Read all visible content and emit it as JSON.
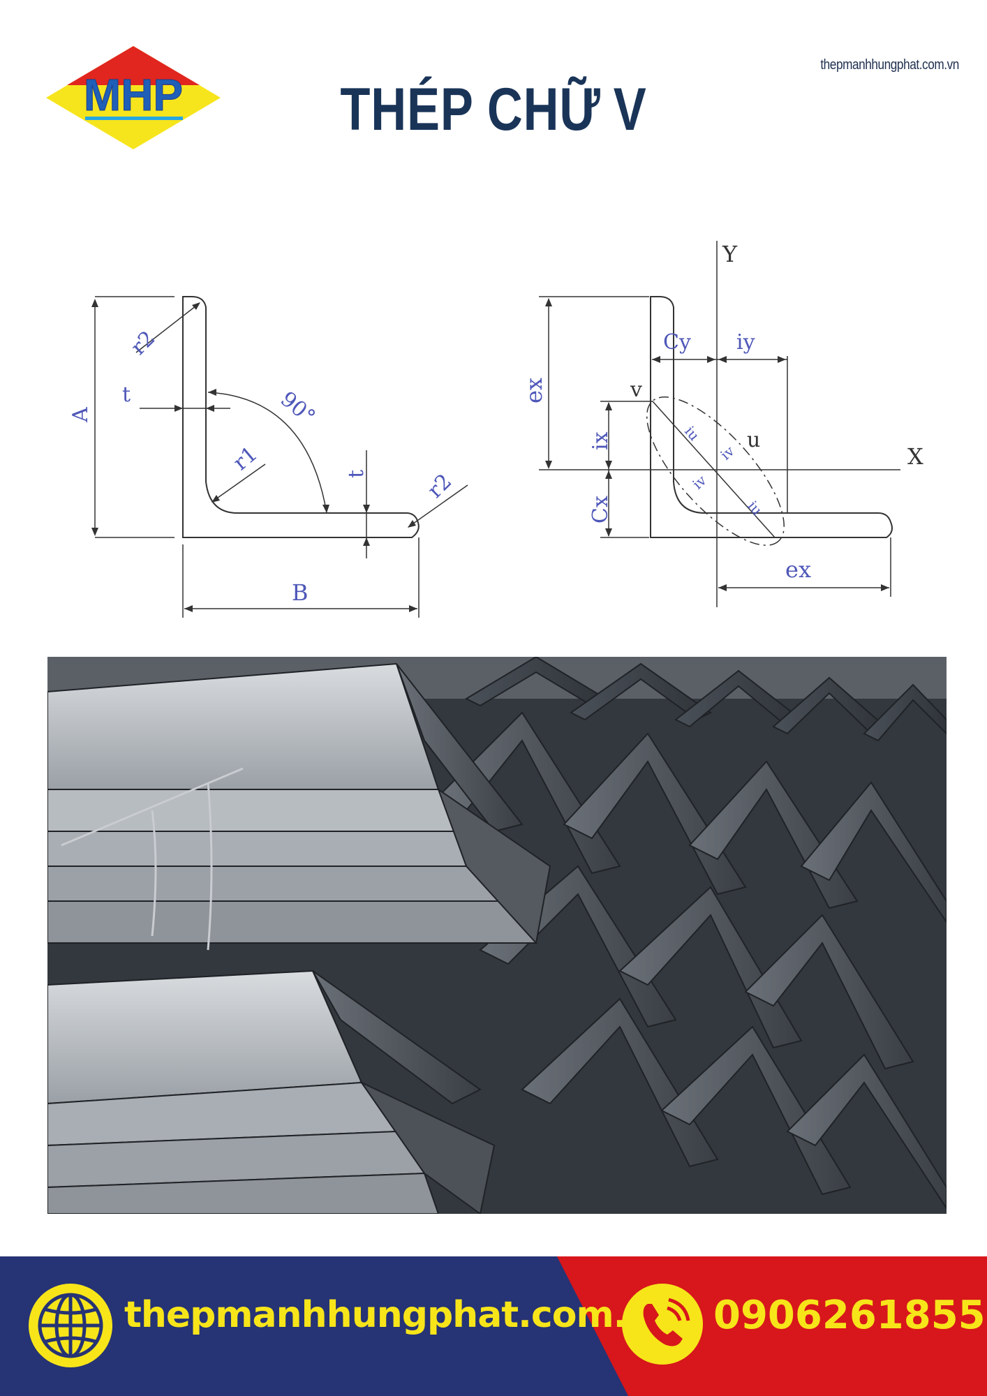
{
  "header": {
    "title_part1": "THÉP CHỮ",
    "title_part2": "V",
    "website": "thepmanhhungphat.com.vn"
  },
  "logo": {
    "text": "MHP",
    "icon": "mhp-diamond-logo"
  },
  "diagram": {
    "left": {
      "labels": {
        "A": "A",
        "B": "B",
        "t_left": "t",
        "t_right": "t",
        "r1": "r1",
        "r2_top": "r2",
        "r2_right": "r2",
        "angle": "90°"
      }
    },
    "right": {
      "labels": {
        "Y": "Y",
        "X": "X",
        "ex_vertical": "ex",
        "ex_horizontal": "ex",
        "Cy": "Cy",
        "iy": "iy",
        "ix": "ix",
        "Cx": "Cx",
        "v": "v",
        "u": "u",
        "iu_1": "iu",
        "iu_2": "iu",
        "iv_1": "iv",
        "iv_2": "iv"
      }
    }
  },
  "photo": {
    "subject": "stacked-steel-angle-bars"
  },
  "footer": {
    "website": "thepmanhhungphat.com.vn",
    "phone": "0906261855",
    "website_icon": "globe-icon",
    "phone_icon": "phone-icon",
    "colors": {
      "left": "#263374",
      "right": "#d7171b",
      "text": "#f7e51a"
    }
  }
}
